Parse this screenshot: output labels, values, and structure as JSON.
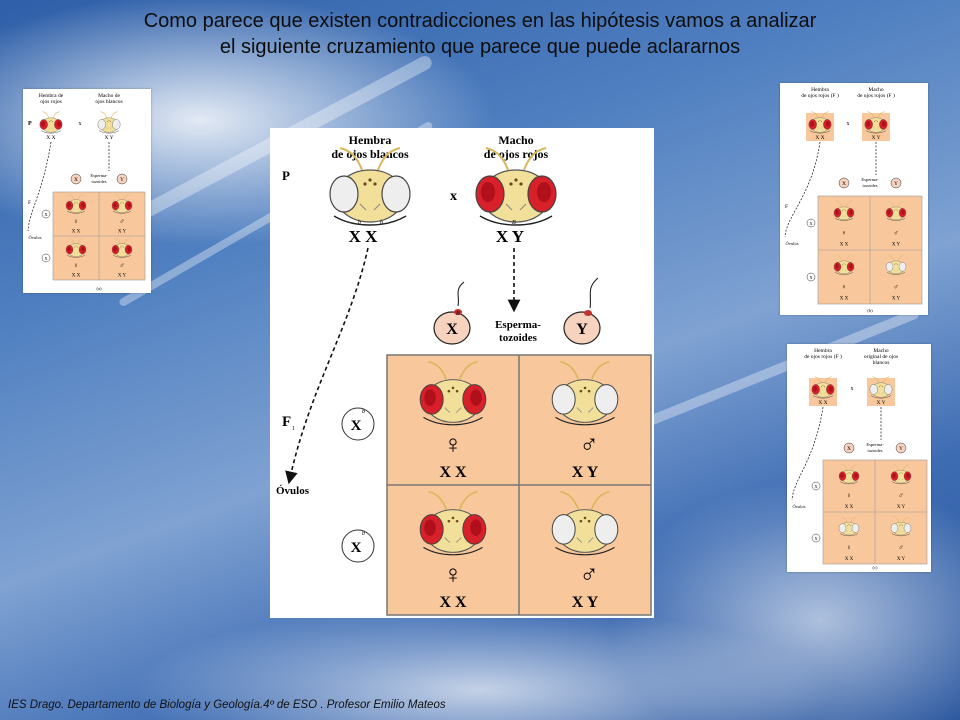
{
  "title": {
    "line1": "Como parece que existen contradicciones en las hipótesis vamos a analizar",
    "line2": "el siguiente  cruzamiento que parece que puede aclararnos"
  },
  "footer": "IES Drago. Departamento  de Biología y Geología.4º de ESO . Profesor Emilio Mateos",
  "colors": {
    "eye_red": "#d8202a",
    "eye_white": "#eeeeee",
    "cell": "#f8c89c",
    "head": "#f2df9a",
    "egg": "#f7d2bf"
  },
  "main": {
    "female_label": [
      "Hembra",
      "de ojos blancos"
    ],
    "male_label": [
      "Macho",
      "de ojos rojos"
    ],
    "p": "P",
    "cross": "x",
    "female_genotype": "X X",
    "male_genotype": "X Y",
    "sperm_x": "X",
    "sperm_y": "Y",
    "sperm_label": [
      "Esperma-",
      "tozoides"
    ],
    "f1": "F",
    "f1_sub": "1",
    "ovulos": "Óvulos",
    "egg_x": "X",
    "allele_B": "B",
    "allele_b": "b",
    "female_symbol": "♀",
    "male_symbol": "♂",
    "cells": [
      {
        "sex": "female",
        "eyes": "red",
        "genotype": "X X"
      },
      {
        "sex": "male",
        "eyes": "white",
        "genotype": "X Y"
      },
      {
        "sex": "female",
        "eyes": "red",
        "genotype": "X X"
      },
      {
        "sex": "male",
        "eyes": "white",
        "genotype": "X Y"
      }
    ]
  },
  "thumb_a": {
    "female_label": [
      "Hembra de",
      "ojos rojos"
    ],
    "male_label": [
      "Macho de",
      "ojos blancos"
    ],
    "p": "P",
    "cross": "x",
    "female_genotype": "X X",
    "male_genotype": "X Y",
    "sperm_label": [
      "Esperma-",
      "tozoides"
    ],
    "f1": "F",
    "ovulos": "Óvulos",
    "eyes": {
      "female": "red",
      "male": "white"
    },
    "cells": [
      {
        "sex": "female",
        "eyes": "red",
        "genotype": "X X"
      },
      {
        "sex": "male",
        "eyes": "red",
        "genotype": "X Y"
      },
      {
        "sex": "female",
        "eyes": "red",
        "genotype": "X X"
      },
      {
        "sex": "male",
        "eyes": "red",
        "genotype": "X Y"
      }
    ],
    "caption": "(a)"
  },
  "thumb_b": {
    "female_label": [
      "Hembra",
      "de ojos rojos (F )"
    ],
    "male_label": [
      "Macho",
      "de ojos rojos (F )"
    ],
    "p": "",
    "cross": "x",
    "female_genotype": "X X",
    "male_genotype": "X Y",
    "sperm_label": [
      "Esperma-",
      "tozoides"
    ],
    "f1": "F",
    "ovulos": "Óvulos",
    "eyes": {
      "female": "red",
      "male": "red"
    },
    "cells": [
      {
        "sex": "female",
        "eyes": "red",
        "genotype": "X X"
      },
      {
        "sex": "male",
        "eyes": "red",
        "genotype": "X Y"
      },
      {
        "sex": "female",
        "eyes": "red",
        "genotype": "X X"
      },
      {
        "sex": "male",
        "eyes": "white",
        "genotype": "X Y"
      }
    ],
    "caption": "(b)"
  },
  "thumb_c": {
    "female_label": [
      "Hembra",
      "de ojos rojos (F )"
    ],
    "male_label": [
      "Macho",
      "original de ojos",
      "blancos"
    ],
    "p": "",
    "cross": "x",
    "female_genotype": "X X",
    "male_genotype": "X Y",
    "sperm_label": [
      "Esperma-",
      "tozoides"
    ],
    "f1": "",
    "ovulos": "Óvulos",
    "eyes": {
      "female": "red",
      "male": "white"
    },
    "cells": [
      {
        "sex": "female",
        "eyes": "red",
        "genotype": "X X"
      },
      {
        "sex": "male",
        "eyes": "red",
        "genotype": "X Y"
      },
      {
        "sex": "female",
        "eyes": "white",
        "genotype": "X X"
      },
      {
        "sex": "male",
        "eyes": "white",
        "genotype": "X Y"
      }
    ],
    "caption": "(c)"
  }
}
